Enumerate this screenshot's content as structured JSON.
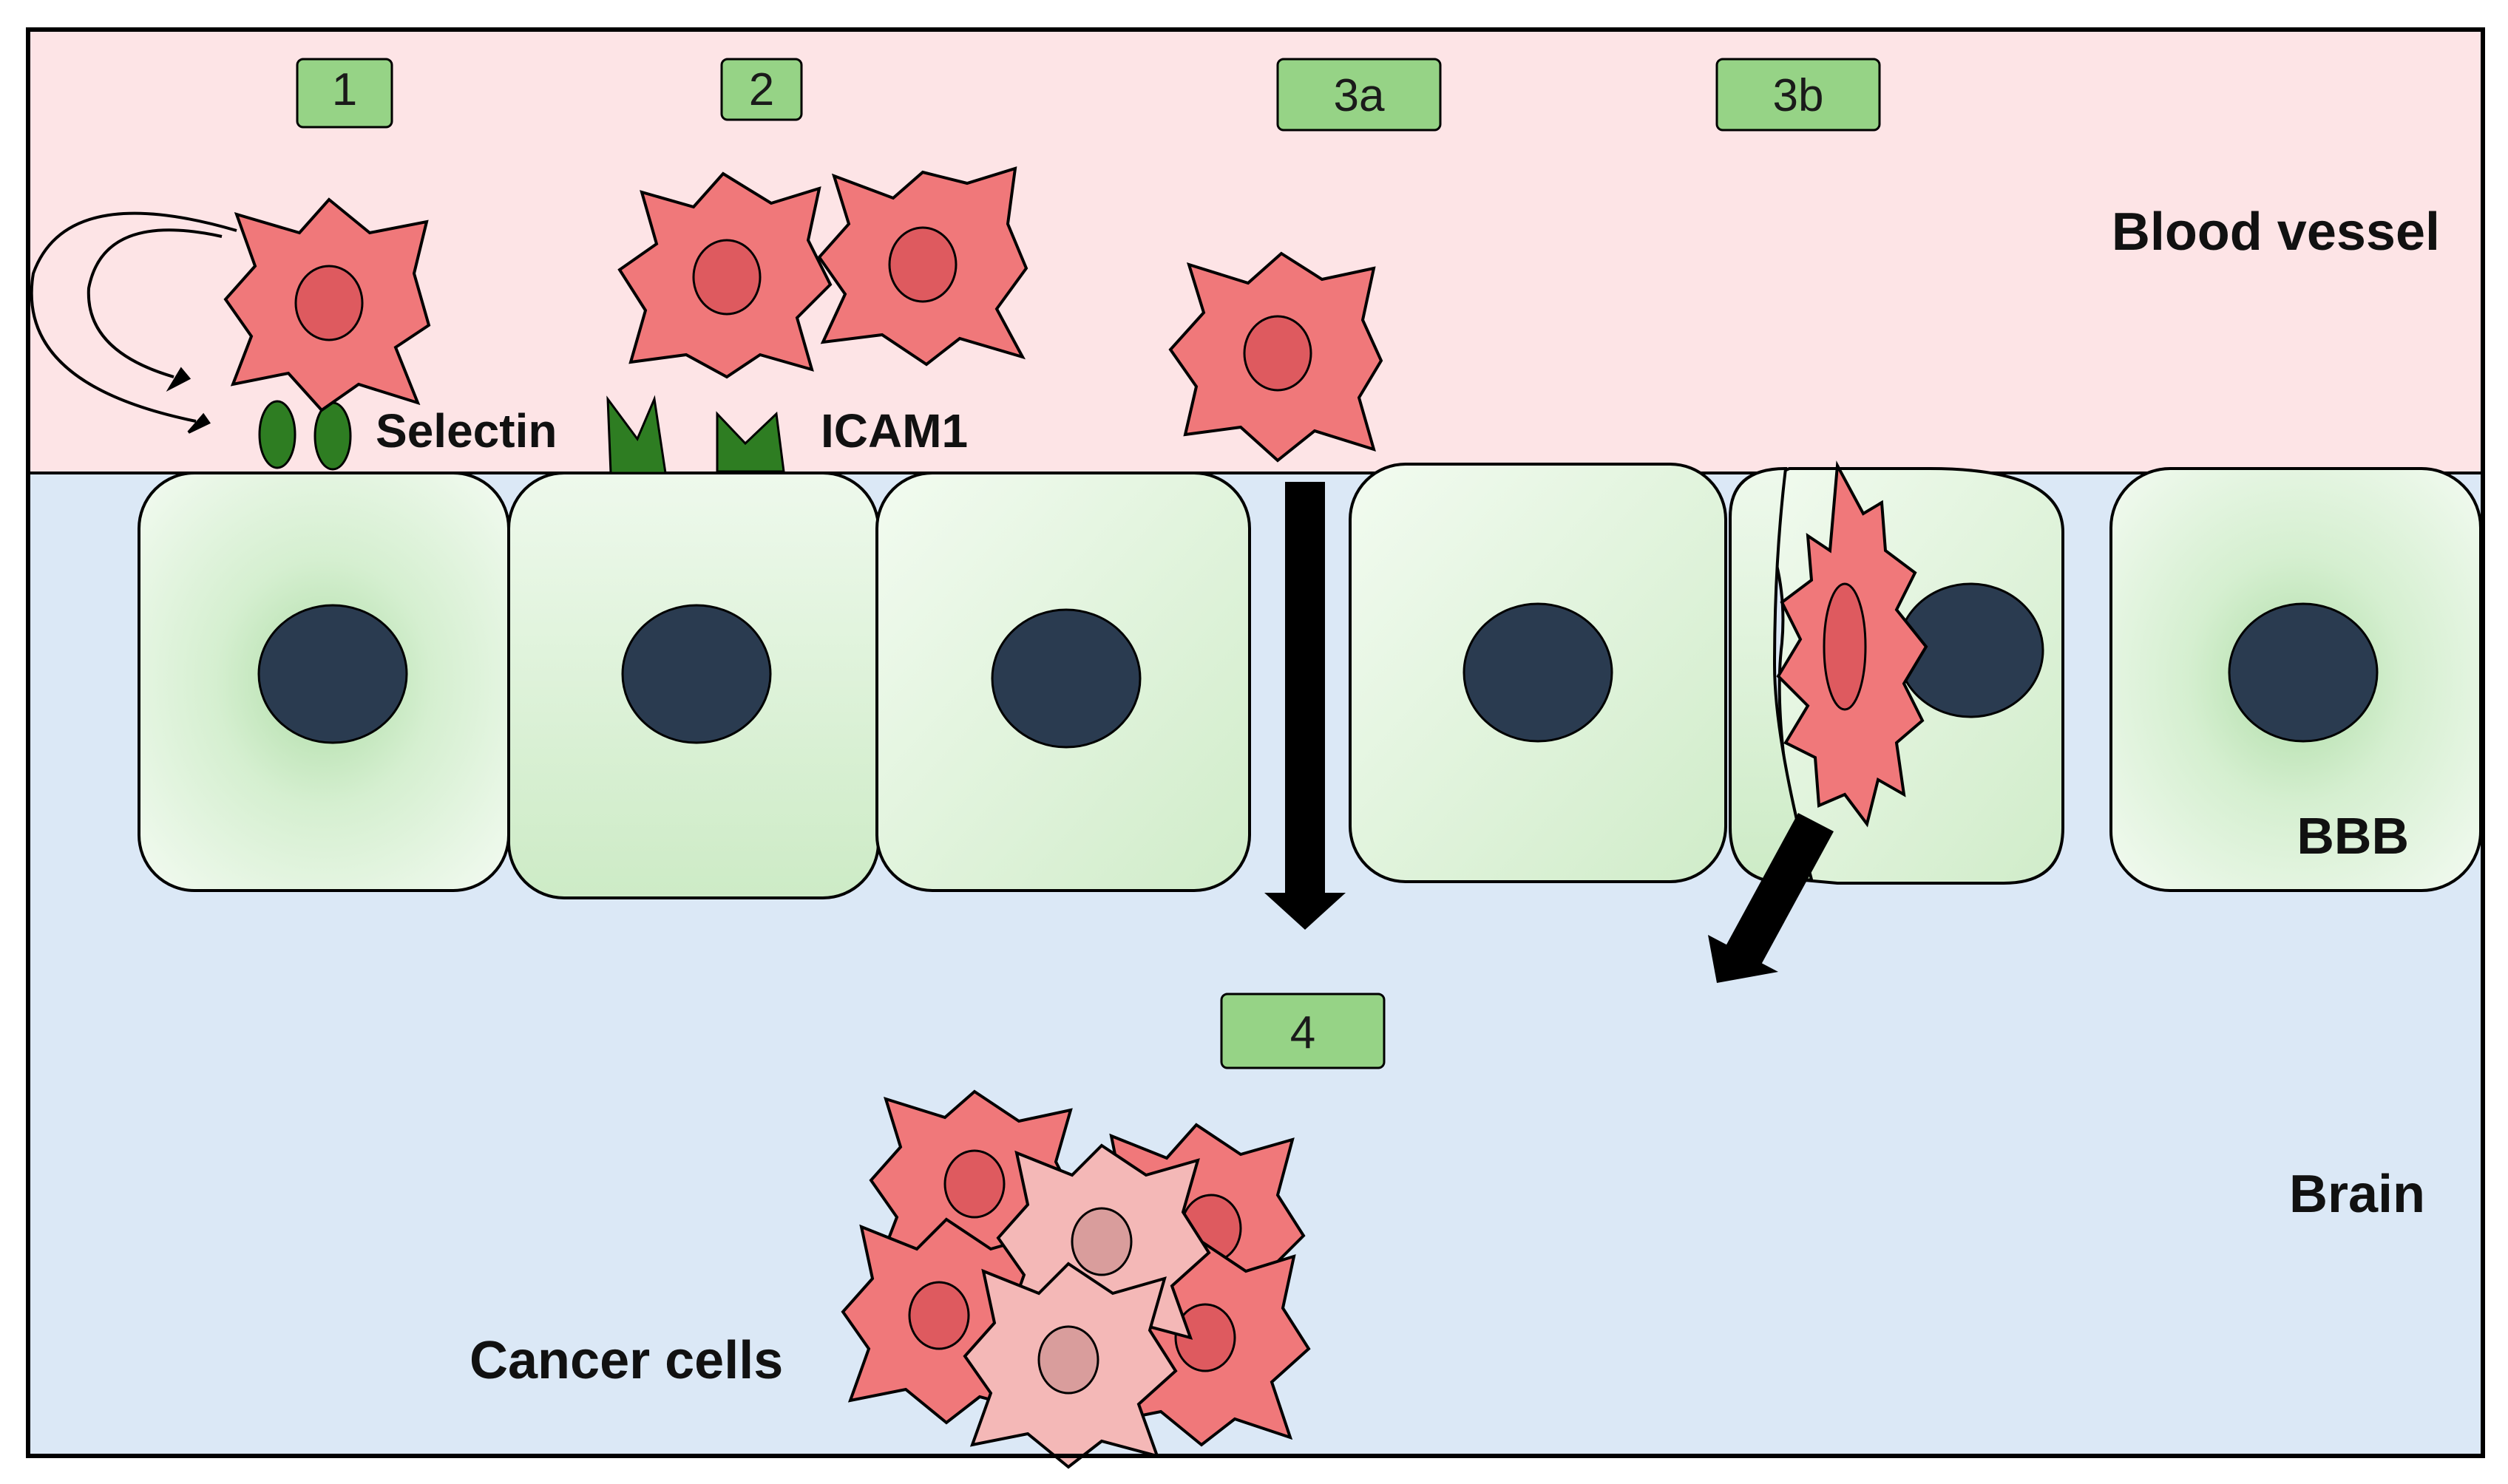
{
  "labels": {
    "blood_vessel": "Blood vessel",
    "bbb": "BBB",
    "brain": "Brain",
    "selectin": "Selectin",
    "icam1": "ICAM1",
    "cancer_cells": "Cancer cells"
  },
  "steps": [
    "1",
    "2",
    "3a",
    "3b",
    "4"
  ],
  "colors": {
    "blood_vessel_bg": "#fde4e6",
    "brain_bg": "#dbe8f6",
    "endothelial_fill": "#ddf2da",
    "endothelial_nucleus": "#2a3b50",
    "cancer_cell": "#f0787a",
    "cancer_nucleus": "#de5a5f",
    "cancer_cell_light": "#f4b8b7",
    "adhesion_molecule": "#2e7d22",
    "step_box": "#96d386",
    "arrow": "#000000"
  }
}
